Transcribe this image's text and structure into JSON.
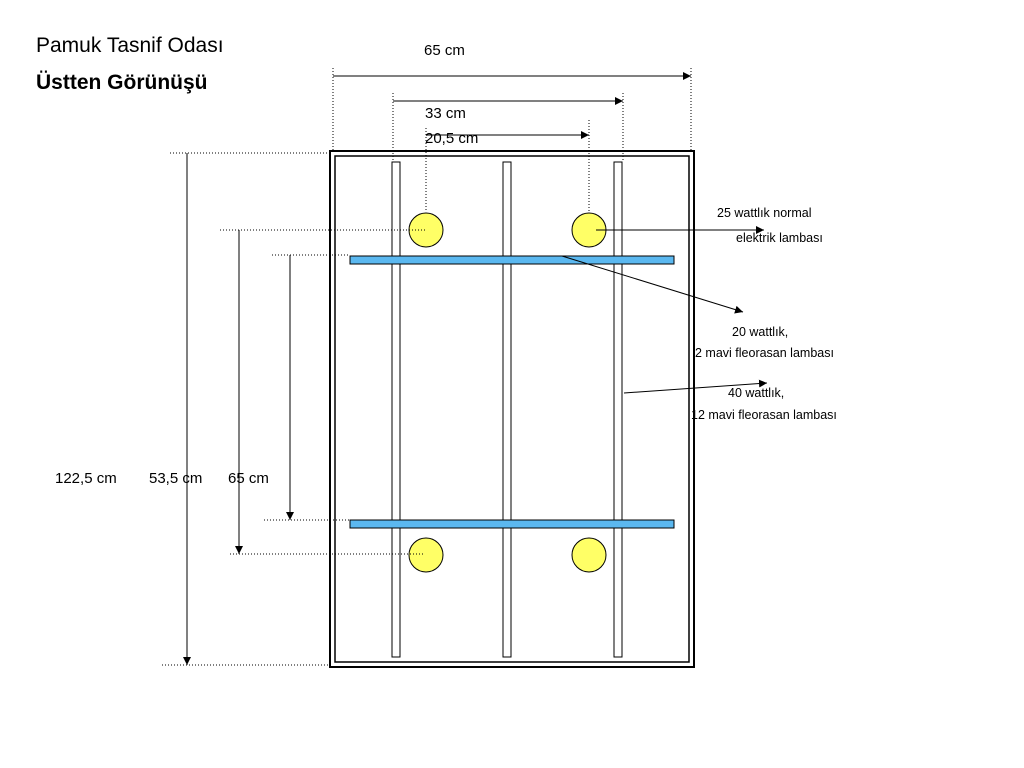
{
  "title": {
    "line1": "Pamuk Tasnif Odası",
    "line2": "Üstten Görünüşü"
  },
  "dimensions": {
    "width_total": "65 cm",
    "width_mid": "33 cm",
    "width_small": "20,5 cm",
    "height_total": "122,5 cm",
    "height_lamps": "53,5 cm",
    "height_tubes": "65 cm"
  },
  "notes": {
    "incandescent_line1": "25 wattlık normal",
    "incandescent_line2": "elektrik  lambası",
    "tube20_line1": "20 wattlık,",
    "tube20_line2": "2 mavi  fleorasan lambası",
    "tube40_line1": "40 wattlık,",
    "tube40_line2": "12 mavi  fleorasan lambası"
  },
  "colors": {
    "lamp_fill": "#ffff66",
    "tube_fill": "#5bb8f0",
    "line": "#000000"
  }
}
